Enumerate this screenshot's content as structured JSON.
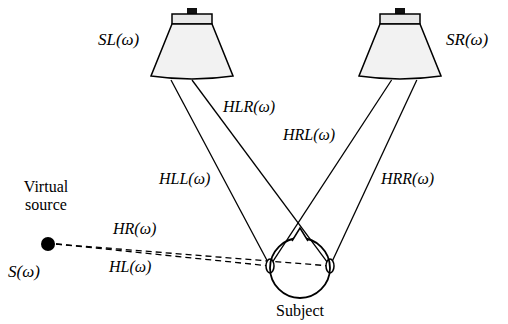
{
  "diagram": {
    "nodes": [
      {
        "text": [
          "SL(ω)"
        ]
      },
      {
        "text": [
          "SR(ω)"
        ]
      },
      {
        "text": [
          "Virtual source",
          "S(ω)"
        ]
      },
      {
        "text": [
          "Subject"
        ]
      }
    ],
    "edges": [
      {
        "from": 0,
        "to": 3,
        "arrow": "none",
        "label": "HLR(ω)"
      },
      {
        "from": 1,
        "to": 3,
        "arrow": "none",
        "label": "HRL(ω)"
      },
      {
        "from": 0,
        "to": 3,
        "arrow": "none",
        "label": "HLL(ω)"
      },
      {
        "from": 1,
        "to": 3,
        "arrow": "none",
        "label": "HRR(ω)"
      },
      {
        "from": 2,
        "to": 3,
        "arrow": "none",
        "label": "HR(ω)"
      },
      {
        "from": 2,
        "to": 3,
        "arrow": "none",
        "label": "HL(ω)"
      }
    ]
  }
}
